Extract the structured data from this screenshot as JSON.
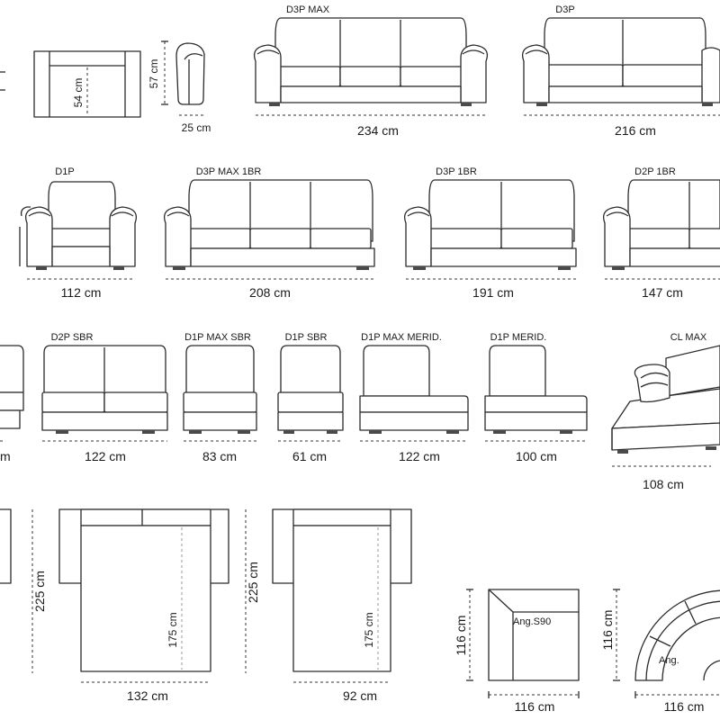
{
  "row1": {
    "armchair_height": "54 cm",
    "side_height": "57 cm",
    "side_depth": "25 cm",
    "d3p_max_name": "D3P MAX",
    "d3p_max_width": "234 cm",
    "d3p_name": "D3P",
    "d3p_width": "216 cm"
  },
  "row2": {
    "d1p_name": "D1P",
    "d1p_width": "112 cm",
    "d3p_max_1br_name": "D3P MAX 1BR",
    "d3p_max_1br_width": "208 cm",
    "d3p_1br_name": "D3P 1BR",
    "d3p_1br_width": "191 cm",
    "d2p_1br_name": "D2P 1BR",
    "d2p_1br_width": "147 cm"
  },
  "row3": {
    "partial_left_width": "m",
    "d2p_sbr_name": "D2P SBR",
    "d2p_sbr_width": "122 cm",
    "d1p_max_sbr_name": "D1P  MAX SBR",
    "d1p_max_sbr_width": "83 cm",
    "d1p_sbr_name": "D1P SBR",
    "d1p_sbr_width": "61 cm",
    "d1p_max_merid_name": "D1P  MAX MERID.",
    "d1p_max_merid_width": "122 cm",
    "d1p_merid_name": "D1P MERID.",
    "d1p_merid_width": "100 cm",
    "cl_max_name": "CL MAX",
    "cl_max_width": "108 cm"
  },
  "row4": {
    "bed1_length": "225 cm",
    "bed1_mattress": "175 cm",
    "bed1_width": "132 cm",
    "bed2_length": "225 cm",
    "bed2_mattress": "175 cm",
    "bed2_width": "92 cm",
    "corner_name": "Ang.S90",
    "corner_height": "116 cm",
    "corner_width": "116 cm",
    "round_name": "Ang.",
    "round_height": "116 cm",
    "round_width": "116 cm"
  },
  "colors": {
    "line": "#2b2b2b",
    "text": "#1a1a1a",
    "guide": "#9a9a9a"
  }
}
